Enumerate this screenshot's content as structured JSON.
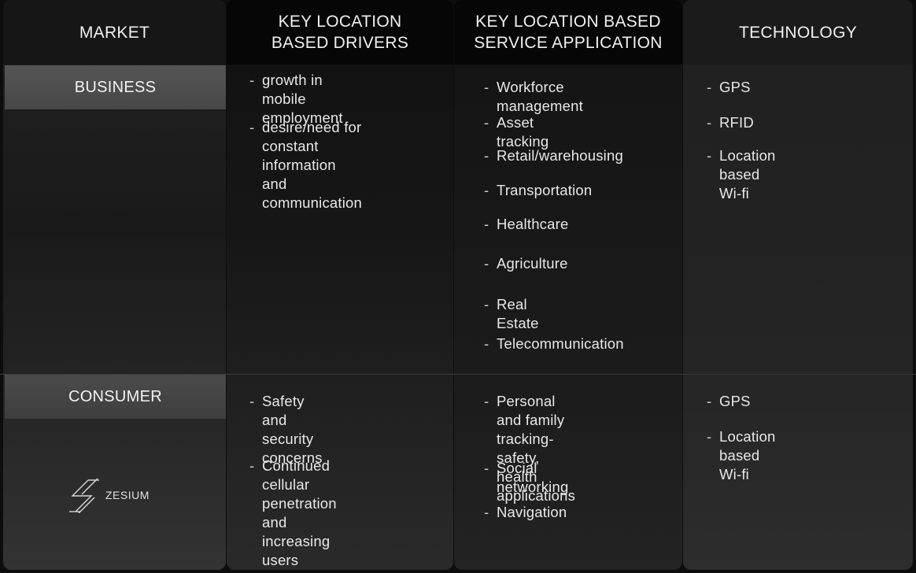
{
  "headers": {
    "market": "MARKET",
    "drivers": "KEY LOCATION\nBASED DRIVERS",
    "apps": "KEY LOCATION BASED\nSERVICE APPLICATION",
    "technology": "TECHNOLOGY"
  },
  "business": {
    "label": "BUSINESS",
    "drivers": [
      "growth in mobile\nemployment",
      "desire/need for constant\ninformation and\ncommunication"
    ],
    "apps": [
      "Workforce management",
      "Asset tracking",
      "Retail/warehousing",
      "Transportation",
      "Healthcare",
      "Agriculture",
      "Real Estate",
      "Telecommunication"
    ],
    "technology": [
      "GPS",
      "RFID",
      "Location based Wi-fi"
    ]
  },
  "consumer": {
    "label": "CONSUMER",
    "drivers": [
      "Safety and security\nconcerns",
      "Continued cellular\npenetration and\nincreasing users"
    ],
    "apps": [
      "Personal and family\ntracking-safety, health\napplications",
      "Social networking",
      "Navigation"
    ],
    "technology": [
      "GPS",
      "Location based Wi-fi"
    ]
  },
  "logo": {
    "text": "ZESIUM",
    "icon": "zesium-logo-icon"
  }
}
